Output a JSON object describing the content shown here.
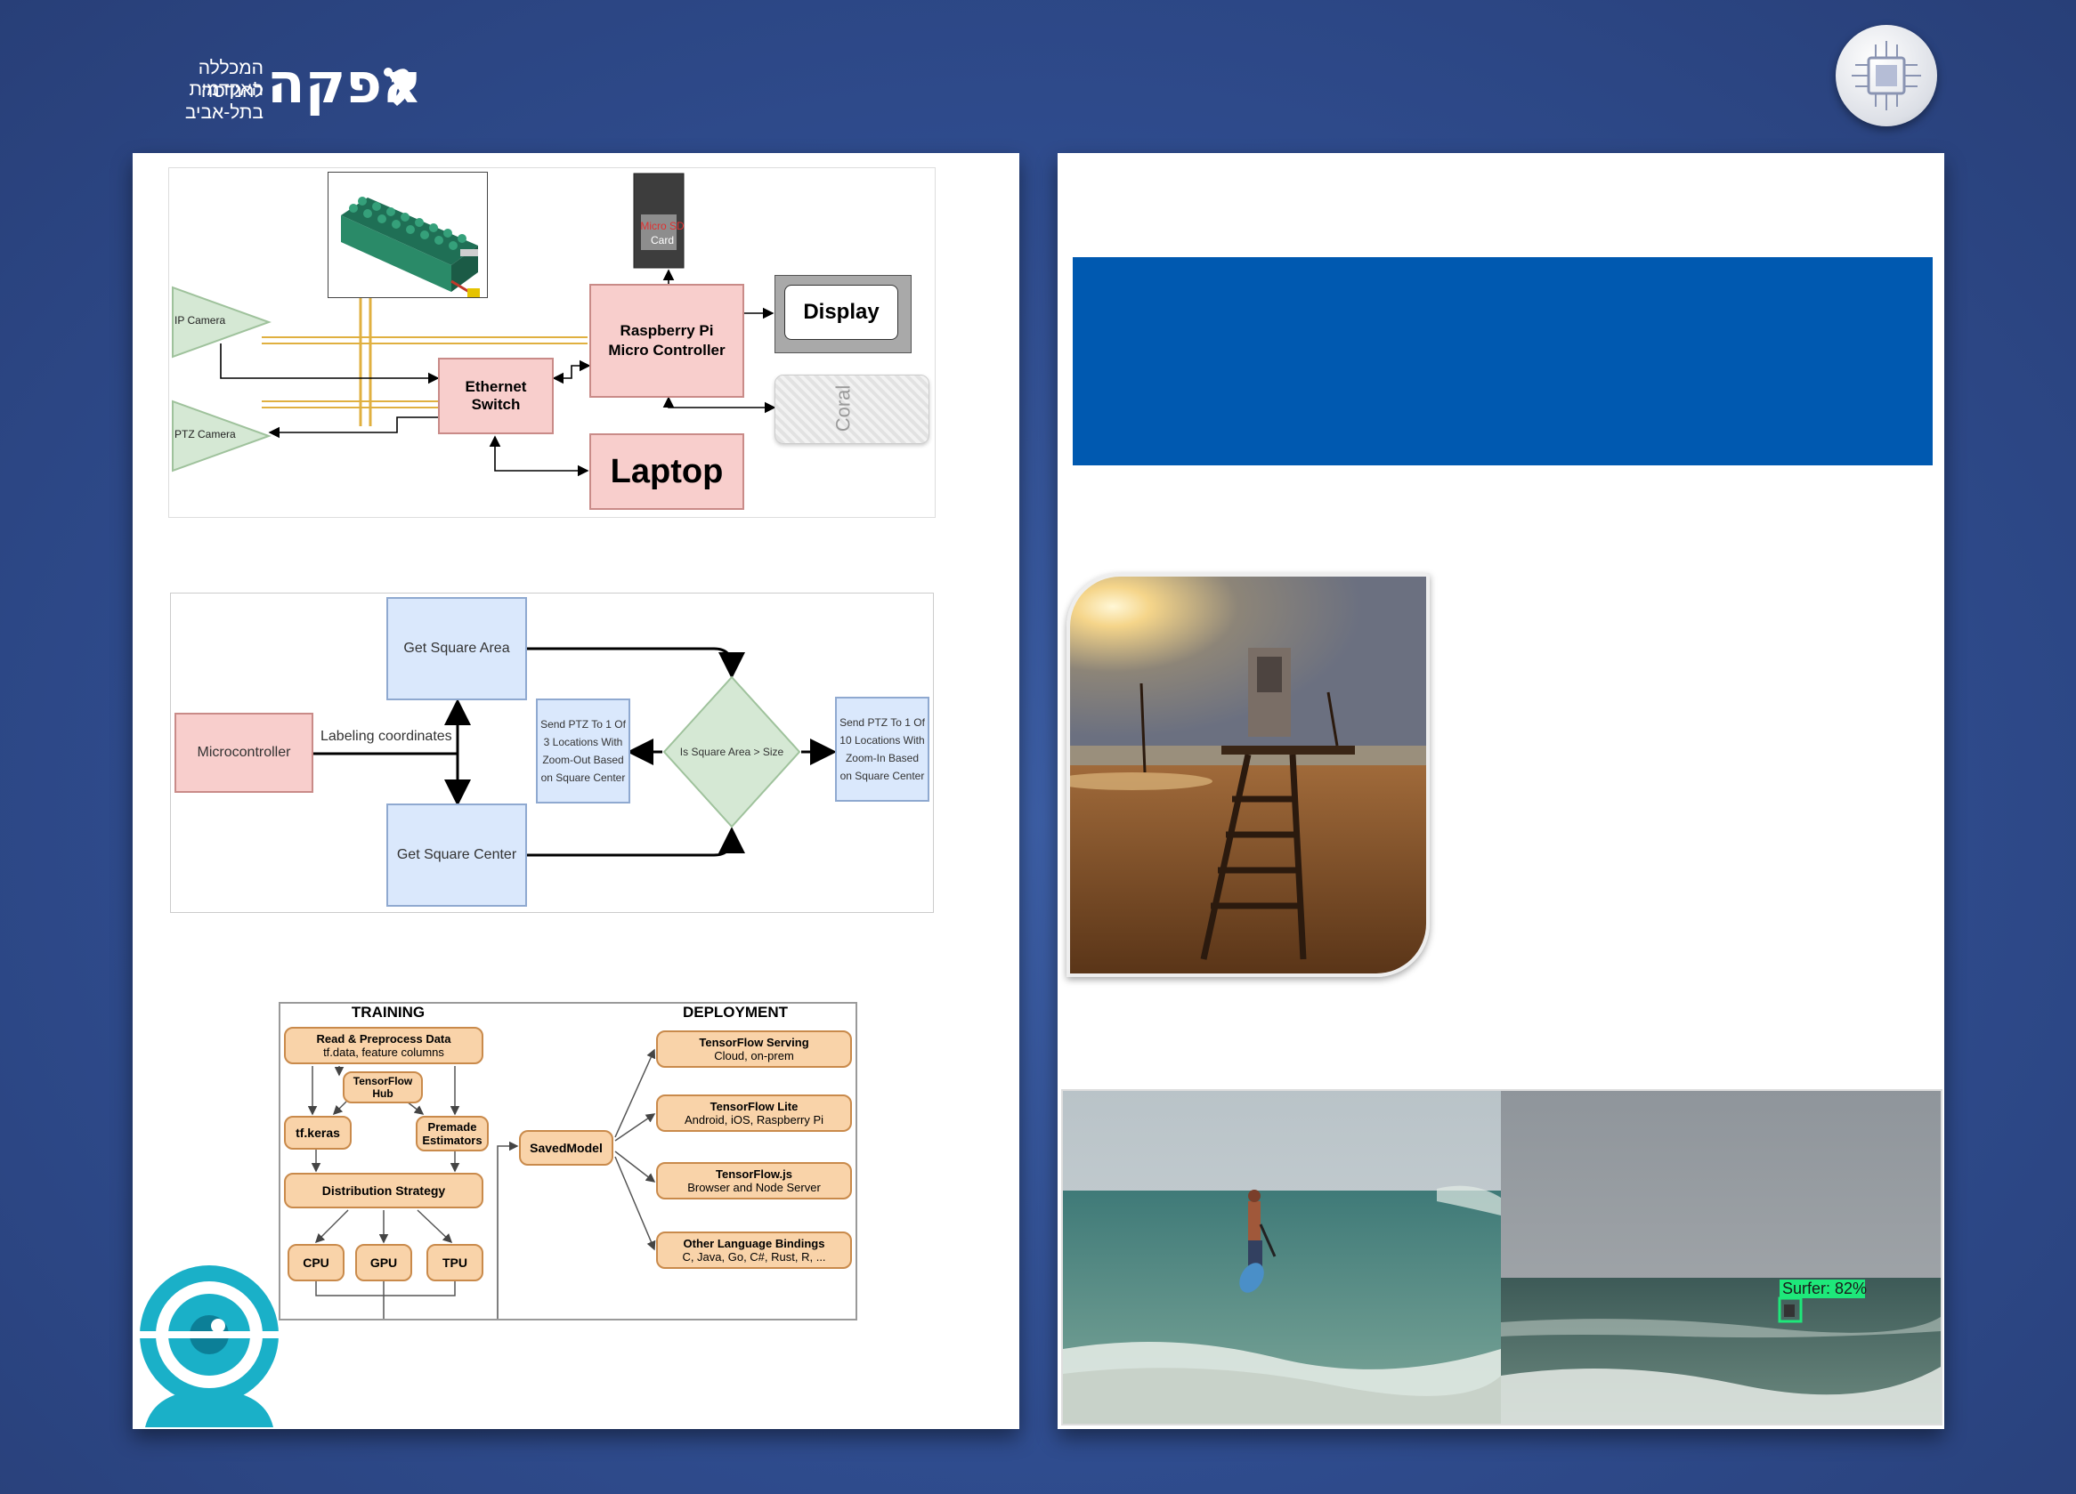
{
  "logo": {
    "brand": "אפקה",
    "line1": "המכללה האקדמית",
    "line2": "להנדסה בתל-אביב"
  },
  "hardware": {
    "ip_camera": "IP Camera",
    "ptz_camera": "PTZ Camera",
    "ethernet_switch": "Ethernet Switch",
    "raspberry_pi": "Raspberry Pi Micro Controller",
    "display": "Display",
    "laptop": "Laptop",
    "coral": "Coral",
    "sd_line1": "Micro SD",
    "sd_line2": "Card"
  },
  "flow": {
    "microcontroller": "Microcontroller",
    "labeling": "Labeling coordinates",
    "get_square_area": "Get Square Area",
    "get_square_center": "Get Square Center",
    "decision": "Is Square Area > Size",
    "zoom_out": "Send PTZ To 1 Of 3 Locations With Zoom-Out Based on Square Center",
    "zoom_in": "Send PTZ To 1 Of 10 Locations With Zoom-In Based on Square Center"
  },
  "tf": {
    "training": "TRAINING",
    "deployment": "DEPLOYMENT",
    "read_title": "Read & Preprocess Data",
    "read_sub": "tf.data, feature columns",
    "hub": "TensorFlow Hub",
    "keras": "tf.keras",
    "premade": "Premade Estimators",
    "distribution": "Distribution Strategy",
    "cpu": "CPU",
    "gpu": "GPU",
    "tpu": "TPU",
    "savedmodel": "SavedModel",
    "serving_title": "TensorFlow Serving",
    "serving_sub": "Cloud, on-prem",
    "lite_title": "TensorFlow Lite",
    "lite_sub": "Android, iOS, Raspberry Pi",
    "js_title": "TensorFlow.js",
    "js_sub": "Browser and Node Server",
    "other_title": "Other Language Bindings",
    "other_sub": "C, Java, Go, C#, Rust, R, ..."
  },
  "detection": {
    "label": "Surfer: 82%"
  },
  "colors": {
    "background": "#2f4c8e",
    "title_bar": "#0059b0",
    "pink": "#f8cecc",
    "light_blue": "#dae8fc",
    "green": "#d5e8d4",
    "orange": "#f9d3a9",
    "detection": "#1ee87a"
  }
}
